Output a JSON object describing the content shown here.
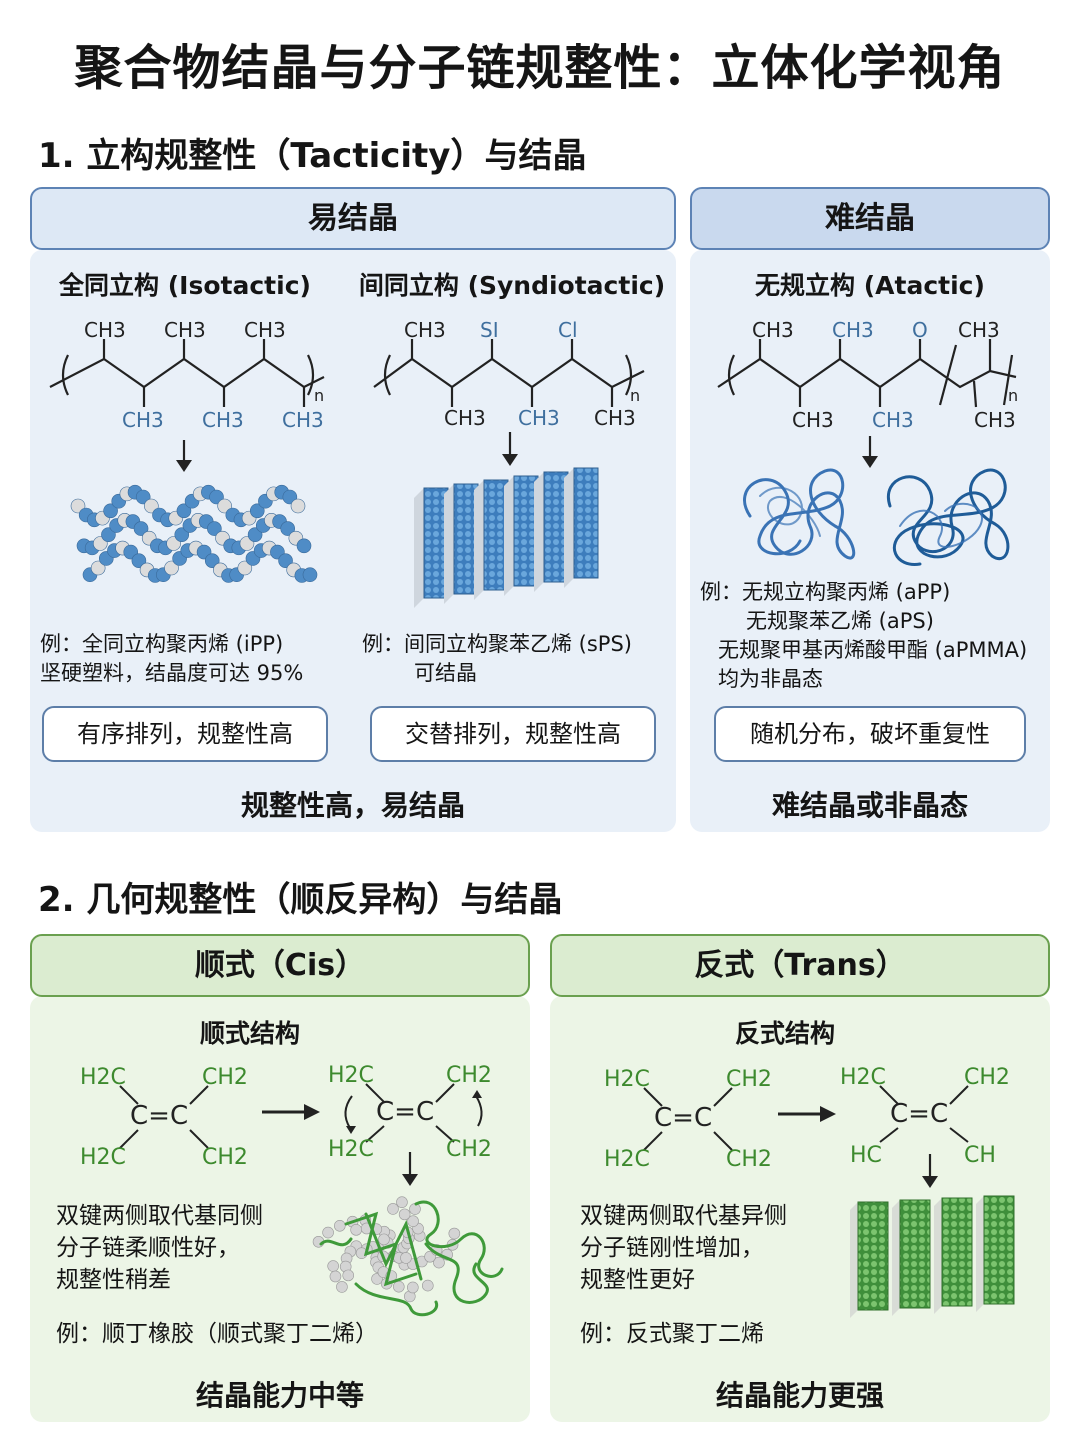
{
  "title": "聚合物结晶与分子链规整性：立体化学视角",
  "section1": {
    "title": "1. 立构规整性（Tacticity）与结晶",
    "easy_header": "易结晶",
    "hard_header": "难结晶",
    "isotactic": {
      "label": "全同立构 (Isotactic)",
      "top_groups": [
        "CH3",
        "CH3",
        "CH3"
      ],
      "bottom_groups": [
        "CH3",
        "CH3",
        "CH3"
      ],
      "example_lines": [
        "例：全同立构聚丙烯 (iPP)",
        "坚硬塑料，结晶度可达 95%"
      ],
      "pill": "有序排列，规整性高"
    },
    "syndiotactic": {
      "label": "间同立构 (Syndiotactic)",
      "top_groups": [
        "CH3",
        "SI",
        "Cl"
      ],
      "bottom_groups": [
        "CH3",
        "CH3",
        "CH3"
      ],
      "example_lines": [
        "例：间同立构聚苯乙烯 (sPS)",
        "可结晶"
      ],
      "pill": "交替排列，规整性高"
    },
    "atactic": {
      "label": "无规立构 (Atactic)",
      "top_groups": [
        "CH3",
        "CH3",
        "O",
        "CH3"
      ],
      "bottom_groups": [
        "CH3",
        "CH3",
        "CH3"
      ],
      "example_lines": [
        "例：无规立构聚丙烯 (aPP)",
        "无规聚苯乙烯 (aPS)",
        "无规聚甲基丙烯酸甲酯 (aPMMA)",
        "均为非晶态"
      ],
      "pill": "随机分布，破坏重复性"
    },
    "easy_conclusion": "规整性高，易结晶",
    "hard_conclusion": "难结晶或非晶态",
    "subscript_n": "n"
  },
  "section2": {
    "title": "2. 几何规整性（顺反异构）与结晶",
    "cis": {
      "header": "顺式（Cis）",
      "subtitle": "顺式结构",
      "left_mol": [
        "H2C",
        "CH2",
        "H2C",
        "CH2"
      ],
      "right_mol": [
        "H2C",
        "CH2",
        "H2C",
        "CH2"
      ],
      "desc_lines": [
        "双键两侧取代基同侧",
        "分子链柔顺性好，",
        "规整性稍差"
      ],
      "example": "例：顺丁橡胶（顺式聚丁二烯）",
      "conclusion": "结晶能力中等"
    },
    "trans": {
      "header": "反式（Trans）",
      "subtitle": "反式结构",
      "left_mol": [
        "H2C",
        "CH2",
        "H2C",
        "CH2"
      ],
      "right_mol": [
        "H2C",
        "CH2",
        "HC",
        "CH"
      ],
      "desc_lines": [
        "双键两侧取代基异侧",
        "分子链刚性增加，",
        "规整性更好"
      ],
      "example": "例：反式聚丁二烯",
      "conclusion": "结晶能力更强"
    },
    "double_bond": "C=C"
  },
  "colors": {
    "blue_accent": "#3f6f9e",
    "green_accent": "#3d8a2e",
    "sphere_blue": "#4f8cc6",
    "sphere_green": "#4ea54a"
  }
}
